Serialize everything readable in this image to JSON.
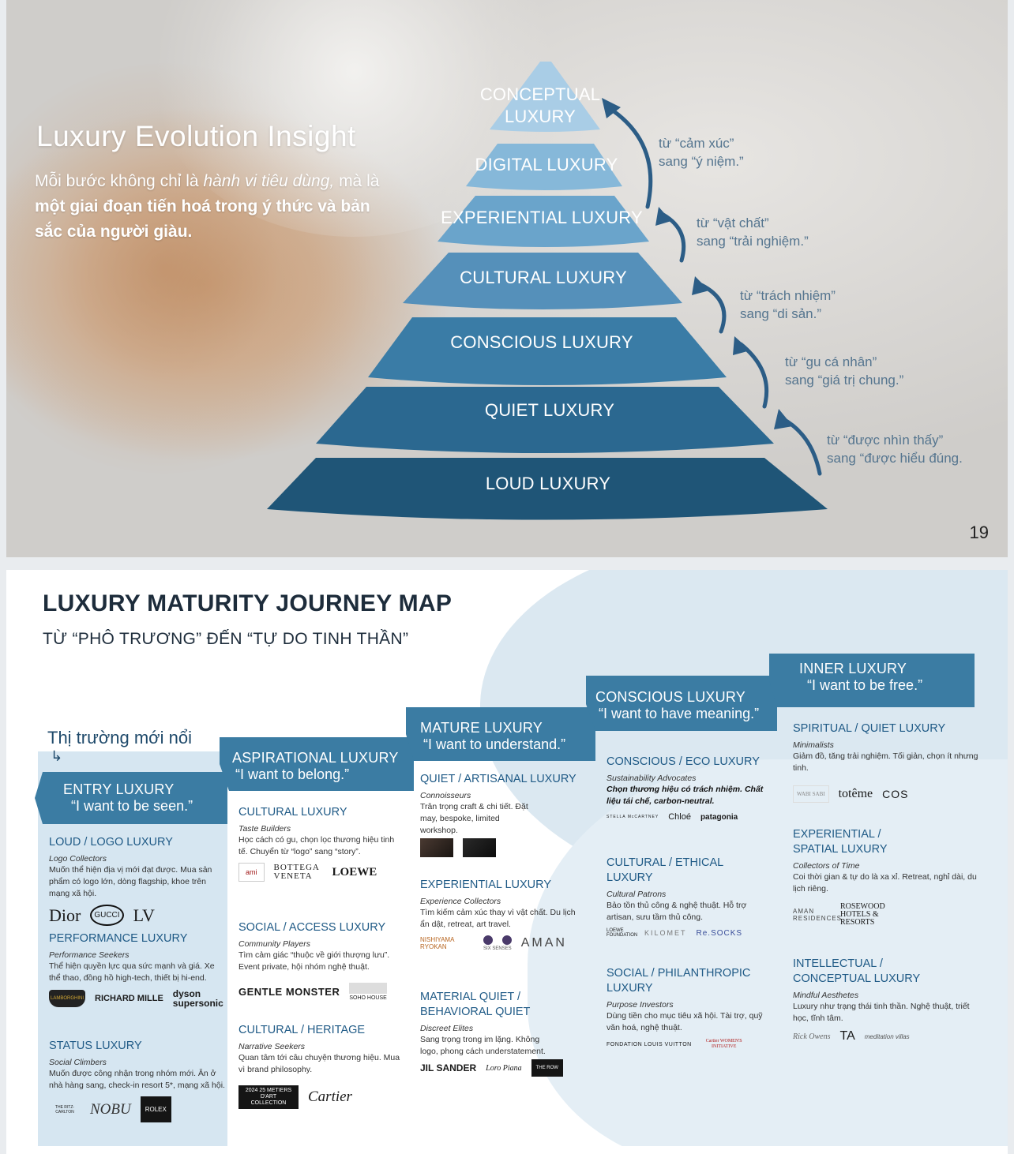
{
  "slide1": {
    "title": "Luxury Evolution Insight",
    "text_part1": "Mỗi bước không chỉ là ",
    "text_italic": "hành vi tiêu dùng,",
    "text_part2": " mà là ",
    "text_bold": "một giai đoạn tiến hoá trong ý thức và bản sắc của người giàu.",
    "page_number": "19",
    "tiers": [
      "CONCEPTUAL LUXURY",
      "DIGITAL LUXURY",
      "EXPERIENTIAL LUXURY",
      "CULTURAL LUXURY",
      "CONSCIOUS LUXURY",
      "QUIET LUXURY",
      "LOUD LUXURY"
    ],
    "tier_line1": "CONCEPTUAL",
    "tier_line2": "LUXURY",
    "notes": [
      {
        "line1": "từ “cảm xúc”",
        "line2": "sang “ý niệm.”"
      },
      {
        "line1": "từ “vật chất”",
        "line2": "sang “trải nghiệm.”"
      },
      {
        "line1": "từ “trách nhiệm”",
        "line2": "sang “di sản.”"
      },
      {
        "line1": "từ “gu cá nhân”",
        "line2": "sang “giá trị chung.”"
      },
      {
        "line1": "từ “được nhìn thấy”",
        "line2": "sang “được hiểu đúng."
      }
    ],
    "colors": {
      "tier_top": "#a9cde6",
      "tier_bottom": "#1f5577",
      "note": "#55758f"
    }
  },
  "slide2": {
    "title": "LUXURY MATURITY JOURNEY MAP",
    "subtitle": "TỪ “PHÔ TRƯƠNG” ĐẾN “TỰ DO TINH THẦN”",
    "emerging": "Thị trường mới nổi",
    "emerging_arrow": "↳",
    "stages": [
      {
        "name": "ENTRY LUXURY",
        "quote": "“I want to be seen.”"
      },
      {
        "name": "ASPIRATIONAL LUXURY",
        "quote": "“I want to belong.”"
      },
      {
        "name": "MATURE LUXURY",
        "quote": "“I want to understand.”"
      },
      {
        "name": "CONSCIOUS LUXURY",
        "quote": "“I want to have meaning.”"
      },
      {
        "name": "INNER LUXURY",
        "quote": "“I want to be free.”"
      }
    ],
    "columns": [
      [
        {
          "title": "LOUD / LOGO LUXURY",
          "role": "Logo Collectors",
          "desc": "Muốn thể hiện địa vị mới đạt được. Mua sản phẩm có logo lớn, dòng flagship, khoe trên mạng xã hội.",
          "logos": [
            "Dior",
            "GUCCI",
            "LV"
          ]
        },
        {
          "title": "PERFORMANCE LUXURY",
          "role": "Performance Seekers",
          "desc": "Thể hiện quyền lực qua sức mạnh và giá. Xe thể thao, đồng hồ high-tech, thiết bị hi-end.",
          "logos": [
            "LAMBORGHINI",
            "RICHARD MILLE",
            "dyson supersonic"
          ]
        },
        {
          "title": "STATUS LUXURY",
          "role": "Social Climbers",
          "desc": "Muốn được công nhận trong nhóm mới. Ăn ở nhà hàng sang, check-in resort 5*, mạng xã hội.",
          "logos": [
            "THE RITZ-CARLTON",
            "NOBU",
            "ROLEX"
          ]
        }
      ],
      [
        {
          "title": "CULTURAL LUXURY",
          "role": "Taste Builders",
          "desc": "Học cách có gu, chọn lọc thương hiệu tinh tế. Chuyển từ “logo” sang “story”.",
          "logos": [
            "ami",
            "BOTTEGA VENETA",
            "LOEWE"
          ]
        },
        {
          "title": "SOCIAL / ACCESS LUXURY",
          "role": "Community Players",
          "desc": "Tìm cảm giác “thuộc về giới thượng lưu”. Event private, hội nhóm nghệ thuật.",
          "logos": [
            "GENTLE MONSTER",
            "SOHO HOUSE"
          ]
        },
        {
          "title": "CULTURAL / HERITAGE",
          "role": "Narrative Seekers",
          "desc": "Quan tâm tới câu chuyện thương hiệu. Mua vì brand philosophy.",
          "logos": [
            "2024 25 METIERS D'ART COLLECTION",
            "Cartier"
          ]
        }
      ],
      [
        {
          "title": "QUIET / ARTISANAL LUXURY",
          "role": "Connoisseurs",
          "desc": "Trân trọng craft & chi tiết. Đặt may, bespoke, limited workshop.",
          "logos": []
        },
        {
          "title": "EXPERIENTIAL LUXURY",
          "role": "Experience Collectors",
          "desc": "Tìm kiếm cảm xúc thay vì vật chất. Du lịch ẩn dật, retreat, art travel.",
          "logos": [
            "NISHIYAMA RYOKAN",
            "SIX SENSES",
            "AMAN"
          ]
        },
        {
          "title": "MATERIAL QUIET / BEHAVIORAL QUIET",
          "role": "Discreet Elites",
          "desc": "Sang trọng trong im lặng. Không logo, phong cách understatement.",
          "logos": [
            "JIL SANDER",
            "Loro Piana",
            "THE ROW"
          ]
        }
      ],
      [
        {
          "title": "CONSCIOUS / ECO LUXURY",
          "role": "Sustainability Advocates",
          "desc": "Chọn thương hiệu có trách nhiệm. Chất liệu tái chế, carbon-neutral.",
          "logos": [
            "STELLA McCARTNEY",
            "Chloé",
            "patagonia"
          ]
        },
        {
          "title": "CULTURAL / ETHICAL LUXURY",
          "role": "Cultural Patrons",
          "desc": "Bảo tồn thủ công & nghệ thuật. Hỗ trợ artisan, sưu tầm thủ công.",
          "logos": [
            "LOEWE FOUNDATION",
            "KILOMET",
            "Re.SOCKS"
          ]
        },
        {
          "title": "SOCIAL / PHILANTHROPIC LUXURY",
          "role": "Purpose Investors",
          "desc": "Dùng tiền cho mục tiêu xã hội. Tài trợ, quỹ văn hoá, nghệ thuật.",
          "logos": [
            "FONDATION LOUIS VUITTON",
            "Cartier WOMEN'S INITIATIVE"
          ]
        }
      ],
      [
        {
          "title": "SPIRITUAL / QUIET LUXURY",
          "role": "Minimalists",
          "desc": "Giảm đồ, tăng trải nghiệm. Tối giản, chọn ít nhưng tinh.",
          "logos": [
            "WABI SABI",
            "totême",
            "COS"
          ]
        },
        {
          "title": "EXPERIENTIAL / SPATIAL LUXURY",
          "role": "Collectors of Time",
          "desc": "Coi thời gian & tự do là xa xỉ. Retreat, nghỉ dài, du lịch riêng.",
          "logos": [
            "AMAN RESIDENCES",
            "ROSEWOOD HOTELS & RESORTS"
          ]
        },
        {
          "title": "INTELLECTUAL / CONCEPTUAL LUXURY",
          "role": "Mindful Aesthetes",
          "desc": "Luxury như trạng thái tinh thần. Nghệ thuật, triết học, tĩnh tâm.",
          "logos": [
            "Rick Owens",
            "TA",
            "meditation villas"
          ]
        }
      ]
    ],
    "colors": {
      "stage": "#3b7ca3",
      "stage_dark": "#2d6a91",
      "cat_title": "#1f5a86"
    }
  }
}
